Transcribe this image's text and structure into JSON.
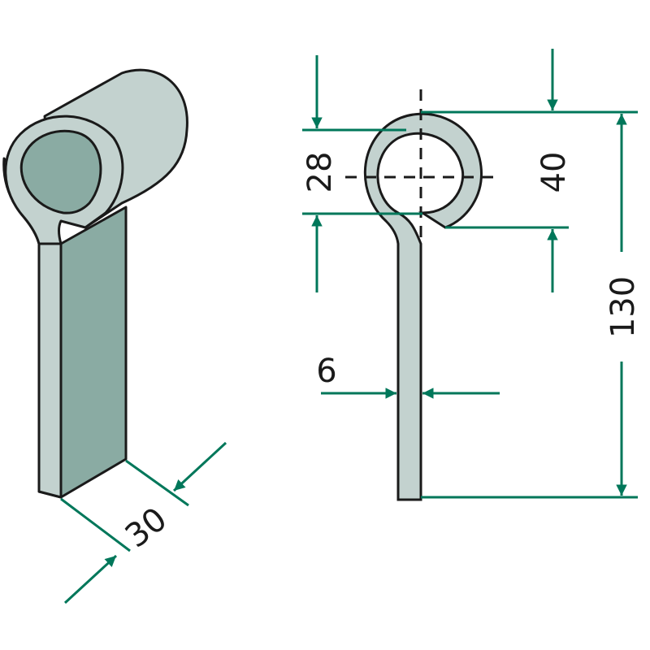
{
  "colors": {
    "light_face": "#c3d2cf",
    "dark_face": "#8aaba3",
    "dimension": "#00775a",
    "outline": "#1a1a1a"
  },
  "dimensions": {
    "inner_diameter": "28",
    "outer_diameter": "40",
    "total_length": "130",
    "thickness": "6",
    "width": "30"
  }
}
